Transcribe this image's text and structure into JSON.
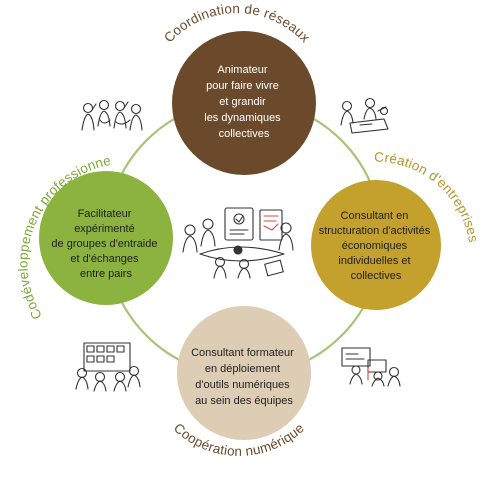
{
  "nodes": {
    "top": {
      "lines": [
        "Animateur",
        "pour faire vivre",
        "et grandir",
        "les dynamiques",
        "collectives"
      ],
      "fill": "#6b4a2b",
      "text_color": "#ffffff"
    },
    "left": {
      "lines": [
        "Facilitateur",
        "expérimenté",
        "de groupes d'entraide",
        "et d'échanges",
        "entre pairs"
      ],
      "fill": "#8cb33f",
      "text_color": "#1f1f1f"
    },
    "right": {
      "lines": [
        "Consultant en",
        "structuration d'activités",
        "économiques",
        "individuelles et",
        "collectives"
      ],
      "fill": "#c4a02c",
      "text_color": "#1f1f1f"
    },
    "bottom": {
      "lines": [
        "Consultant formateur",
        "en déploiement",
        "d'outils numériques",
        "au sein des équipes"
      ],
      "fill": "#dccdb4",
      "text_color": "#1f1f1f"
    }
  },
  "arc_labels": {
    "top": {
      "text": "Coordination de réseaux",
      "color": "#6b4a2b"
    },
    "right": {
      "text": "Création d'entreprises",
      "color": "#b8952a"
    },
    "left": {
      "text": "Codéveloppement professionnel",
      "color": "#7ea838"
    },
    "bottom": {
      "text": "Coopération numérique",
      "color": "#6b4a2b"
    }
  },
  "ring_color": "#a8c47a",
  "icons": {
    "top_left": "group-meeting-sketch",
    "top_right": "people-at-table-sketch",
    "center": "workshop-sketch",
    "bottom_left": "postit-board-sketch",
    "bottom_right": "screens-team-sketch"
  }
}
